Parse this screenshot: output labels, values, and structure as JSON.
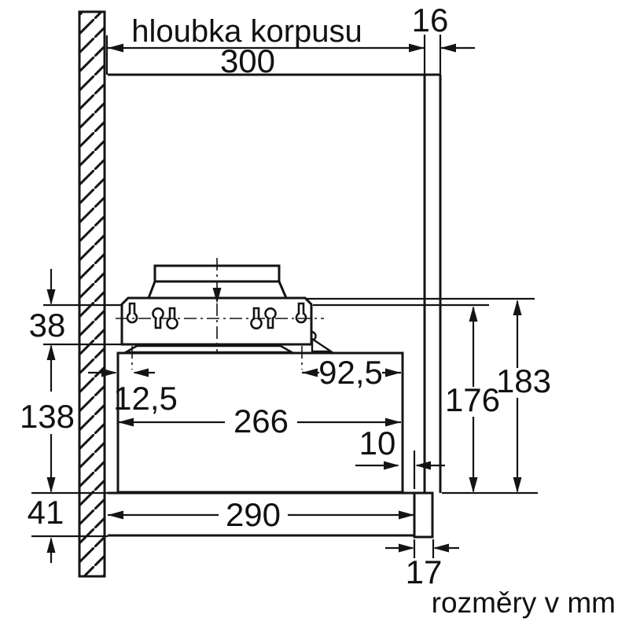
{
  "note": "rozměry v mm",
  "labels": {
    "cabinet_depth_caption": "hloubka korpusu",
    "cabinet_depth": "300",
    "front_panel_thickness": "16",
    "mounting_section_height": "38",
    "body_section_height": "138",
    "visor_section_height": "41",
    "rear_keyhole_offset": "12,5",
    "front_keyhole_offset": "92,5",
    "body_depth": "266",
    "front_clearance": "10",
    "visor_depth": "290",
    "visor_front_thickness": "17",
    "inner_height": "176",
    "total_height": "183"
  },
  "colors": {
    "line": "#141414",
    "background": "#ffffff"
  }
}
